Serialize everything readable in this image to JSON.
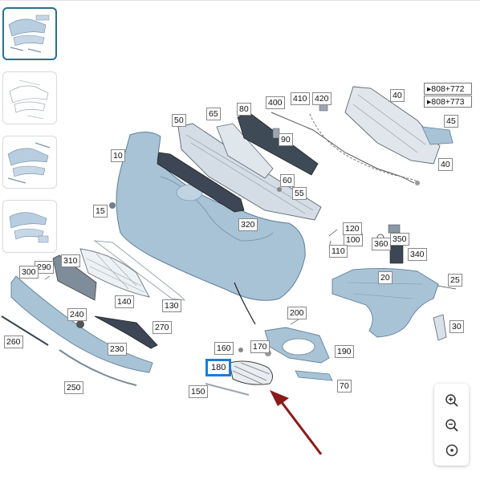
{
  "thumbnails": [
    {
      "name": "view-1",
      "active": true
    },
    {
      "name": "view-2",
      "active": false
    },
    {
      "name": "view-3",
      "active": false
    },
    {
      "name": "view-4",
      "active": false
    }
  ],
  "references": {
    "ref1": "▸808+772",
    "ref2": "▸808+773"
  },
  "labels": {
    "p10": "10",
    "p15": "15",
    "p20": "20",
    "p25": "25",
    "p30": "30",
    "p40a": "40",
    "p40b": "40",
    "p45": "45",
    "p50": "50",
    "p55": "55",
    "p60": "60",
    "p65": "65",
    "p70": "70",
    "p80": "80",
    "p90": "90",
    "p100": "100",
    "p110": "110",
    "p120": "120",
    "p130": "130",
    "p140": "140",
    "p150": "150",
    "p160": "160",
    "p170": "170",
    "p180": "180",
    "p190": "190",
    "p200": "200",
    "p230": "230",
    "p240": "240",
    "p250": "250",
    "p260": "260",
    "p270": "270",
    "p290": "290",
    "p300": "300",
    "p310": "310",
    "p320": "320",
    "p340": "340",
    "p350": "350",
    "p360": "360",
    "p400": "400",
    "p410": "410",
    "p420": "420"
  },
  "highlighted_part": "180",
  "icons": {
    "zoom_in": "zoom-in-icon",
    "zoom_out": "zoom-out-icon",
    "reset": "reset-view-icon"
  },
  "colors": {
    "part_fill": "#a9c3d6",
    "highlight": "#1e7bd6",
    "arrow": "#8b1a1a",
    "thumb_active": "#2b6f8c"
  }
}
